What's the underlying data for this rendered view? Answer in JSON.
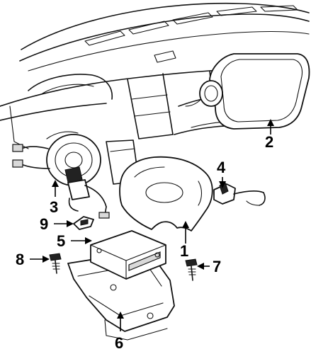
{
  "callouts": [
    {
      "id": "1",
      "label": "1"
    },
    {
      "id": "2",
      "label": "2"
    },
    {
      "id": "3",
      "label": "3"
    },
    {
      "id": "4",
      "label": "4"
    },
    {
      "id": "5",
      "label": "5"
    },
    {
      "id": "6",
      "label": "6"
    },
    {
      "id": "7",
      "label": "7"
    },
    {
      "id": "8",
      "label": "8"
    },
    {
      "id": "9",
      "label": "9"
    }
  ],
  "colors": {
    "line": "#111111",
    "background": "#ffffff"
  }
}
